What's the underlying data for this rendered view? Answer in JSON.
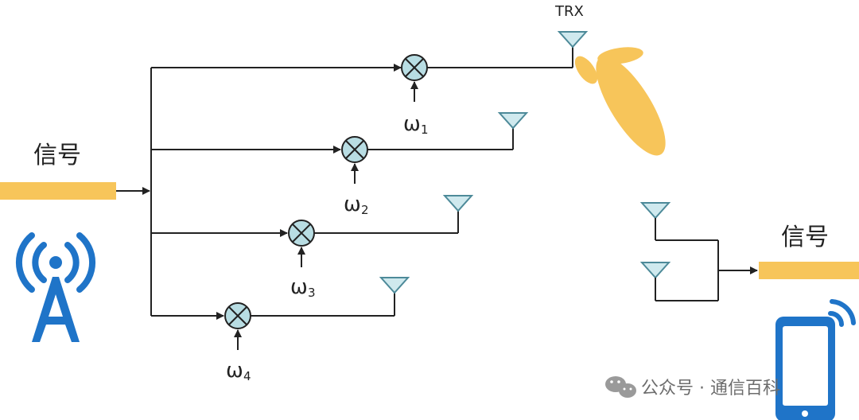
{
  "colors": {
    "signal_bar": "#f7c55a",
    "beam": "#f7c55a",
    "line": "#222222",
    "mixer_fill": "#b8dde3",
    "antenna_fill": "#cfe9ee",
    "antenna_stroke": "#4d8a99",
    "tower": "#1f74c8",
    "phone": "#1f74c8",
    "watermark": "#6d6d6d"
  },
  "labels": {
    "signal_left": "信号",
    "signal_right": "信号",
    "trx": "TRX"
  },
  "mixers": [
    {
      "omega": "ω",
      "subscript": "1"
    },
    {
      "omega": "ω",
      "subscript": "2"
    },
    {
      "omega": "ω",
      "subscript": "3"
    },
    {
      "omega": "ω",
      "subscript": "4"
    }
  ],
  "icons": {
    "tower": "cell-tower-icon",
    "phone": "smartphone-icon",
    "wechat": "wechat-icon"
  },
  "watermark": {
    "text": "公众号 · 通信百科"
  }
}
